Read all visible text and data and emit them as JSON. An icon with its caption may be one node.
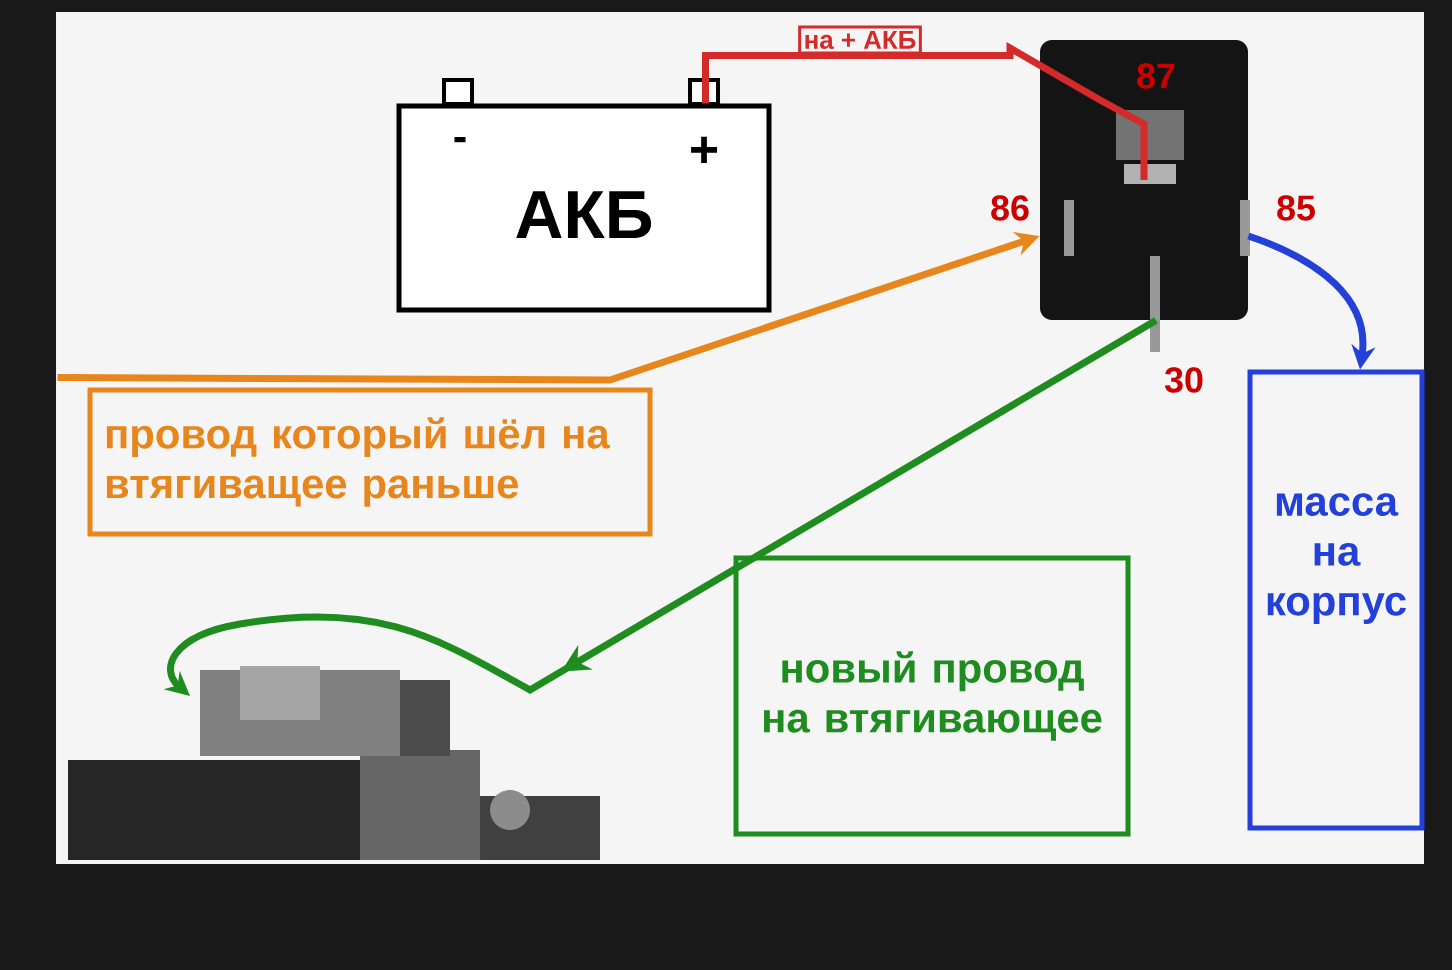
{
  "diagram": {
    "nodes": [
      {
        "text": [
          "АКБ"
        ]
      },
      {
        "text": [],
        "shape": "picture"
      },
      {
        "text": [
          "провод который шёл на втягиващее раньше"
        ]
      },
      {
        "text": [
          "новый провод на втягивающее"
        ]
      },
      {
        "text": [
          "масса на корпус"
        ]
      },
      {
        "text": [],
        "shape": "picture"
      }
    ],
    "edges": [
      {
        "from": 0,
        "to": 1,
        "arrow": "none",
        "color": "#d42a2a",
        "label": "на + АКБ"
      },
      {
        "from": 2,
        "to": 1,
        "arrow": "to",
        "color": "#e8861e"
      },
      {
        "from": 1,
        "to": 5,
        "arrow": "to",
        "color": "#1f8c1f"
      },
      {
        "from": 1,
        "to": 4,
        "arrow": "to",
        "color": "#2340d8"
      }
    ],
    "labels": [
      "-",
      "+",
      "87",
      "86",
      "85",
      "30"
    ]
  }
}
